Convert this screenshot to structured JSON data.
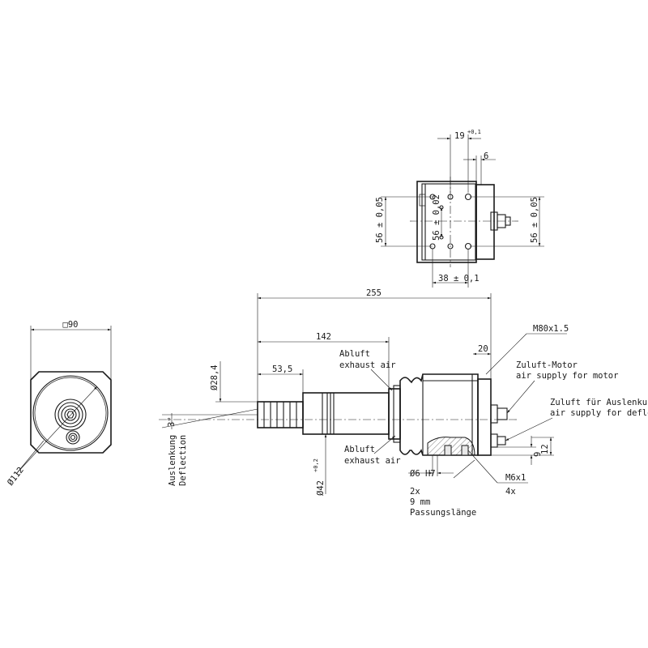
{
  "front_view": {
    "square": "□90",
    "diameter": "Ø112"
  },
  "top_view": {
    "dim_19": "19",
    "dim_19_tol": "+0,1",
    "dim_6": "6",
    "dim_56_left": "56 ± 0,05",
    "dim_56_mid": "56 ± 0,02",
    "dim_56_right": "56 ± 0,05",
    "dim_38": "38 ± 0,1"
  },
  "side_view": {
    "dim_255": "255",
    "dim_142": "142",
    "dim_53_5": "53,5",
    "dim_20": "20",
    "thread": "M80x1.5",
    "dia_28_4": "Ø28,4",
    "dia_42": "Ø42",
    "dia_42_tol": "+0,2",
    "angle": "3°",
    "deflection_de": "Auslenkung",
    "deflection_en": "Deflection",
    "exhaust_top_de": "Abluft",
    "exhaust_top_en": "exhaust air",
    "exhaust_bottom_de": "Abluft",
    "exhaust_bottom_en": "exhaust air",
    "supply_motor_de": "Zuluft-Motor",
    "supply_motor_en": "air supply for motor",
    "supply_defl_de": "Zuluft für Auslenkung",
    "supply_defl_en": "air supply for deflection",
    "dim_9": "9",
    "dim_12": "12",
    "dia_6_h7": "Ø6 H7",
    "qty_2x": "2x",
    "fit_length": "9 mm",
    "fit_label": "Passungslänge",
    "thread_m6": "M6x1",
    "qty_4x": "4x"
  }
}
